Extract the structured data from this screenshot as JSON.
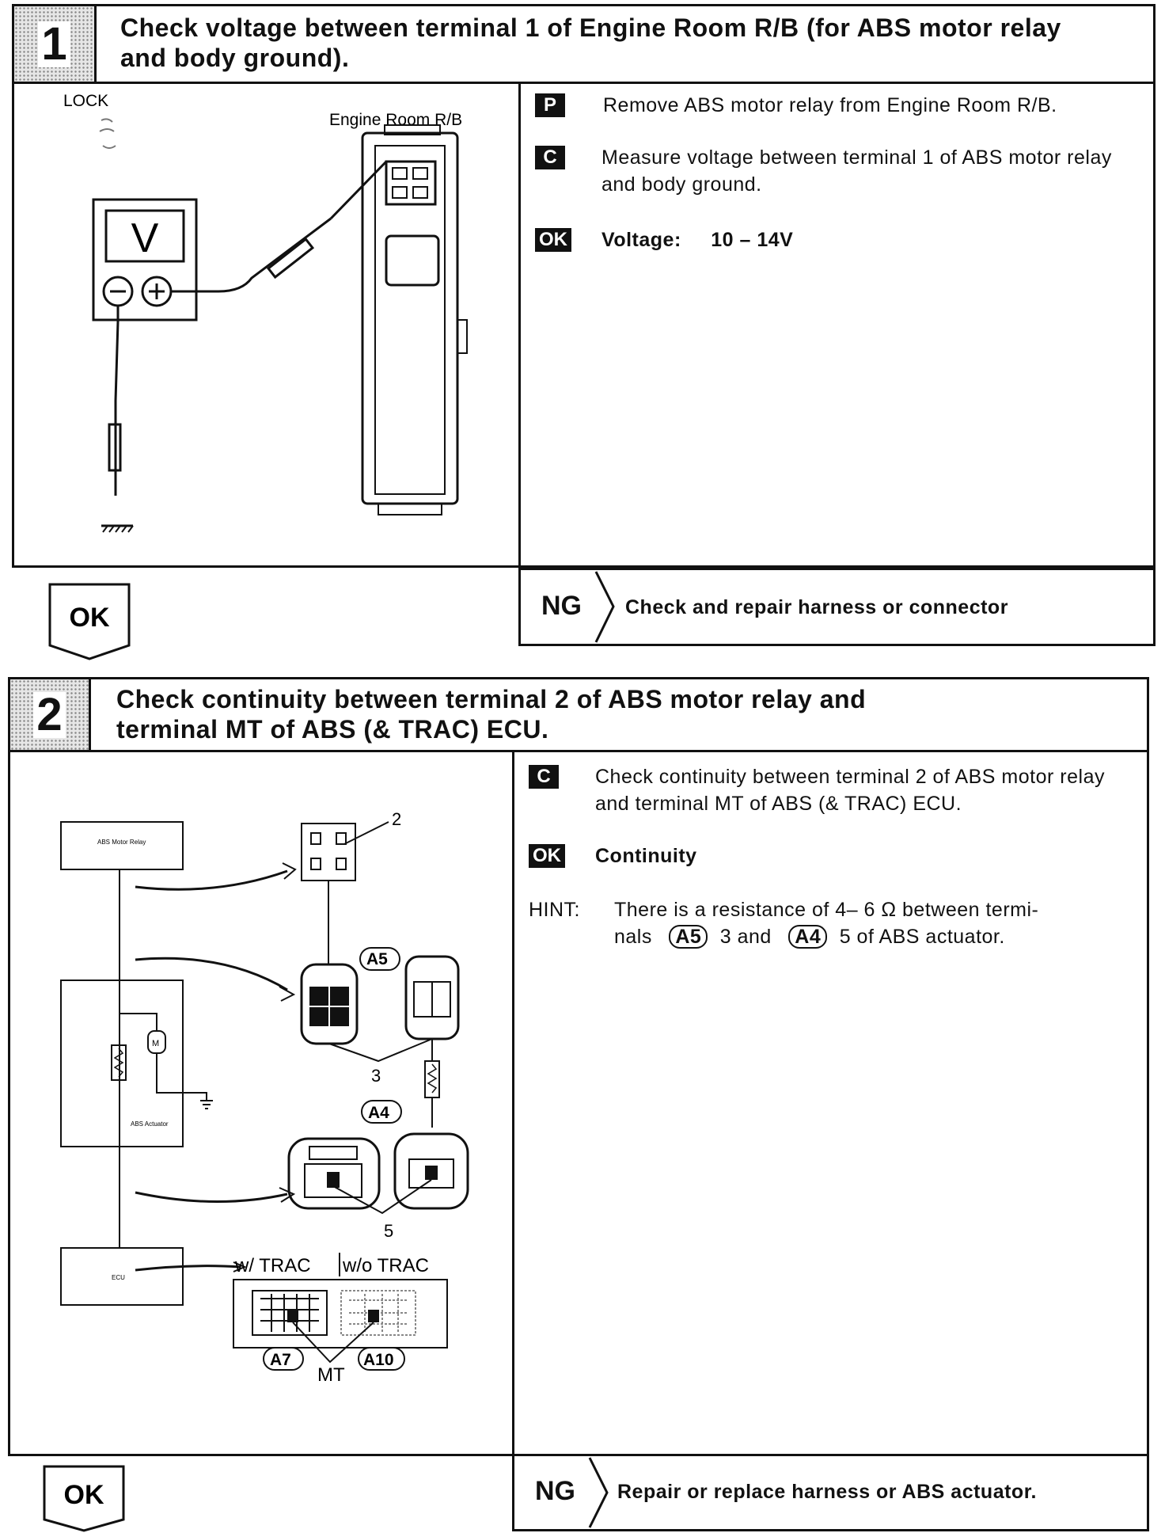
{
  "step1": {
    "number": "1",
    "title_line1": "Check voltage between terminal 1 of Engine Room R/B (for ABS motor relay",
    "title_line2": "and body ground).",
    "figure": {
      "lock_label": "LOCK",
      "rb_label": "Engine Room R/B",
      "meter_symbol": "V"
    },
    "instructions": [
      {
        "badge": "P",
        "text": "Remove ABS motor relay from Engine Room R/B."
      },
      {
        "badge": "C",
        "text": "Measure voltage between terminal 1 of ABS motor relay and body ground."
      },
      {
        "badge": "OK",
        "label": "Voltage:",
        "value": "10 – 14V"
      }
    ],
    "ok_label": "OK",
    "ng_label": "NG",
    "ng_action": "Check and repair harness or connector"
  },
  "step2": {
    "number": "2",
    "title_line1": "Check continuity between terminal 2 of ABS motor relay and",
    "title_line2": "terminal MT of ABS (& TRAC) ECU.",
    "figure": {
      "motor_relay_label": "ABS Motor Relay",
      "actuator_label": "ABS Actuator",
      "ecu_label": "ECU",
      "terminal_2": "2",
      "terminal_3": "3",
      "terminal_5": "5",
      "conn_a5": "A5",
      "conn_a4": "A4",
      "conn_a7": "A7",
      "conn_a10": "A10",
      "mt_label": "MT",
      "w_trac": "w/ TRAC",
      "wo_trac": "w/o TRAC"
    },
    "instructions": [
      {
        "badge": "C",
        "text": "Check continuity between terminal 2 of ABS motor relay and terminal MT of ABS (& TRAC) ECU."
      },
      {
        "badge": "OK",
        "text": "Continuity"
      }
    ],
    "hint": {
      "label": "HINT:",
      "part1": "There is a resistance of  4– 6  Ω between termi-",
      "part2a": "nals",
      "conn1": "A5",
      "part2b": "3 and",
      "conn2": "A4",
      "part2c": "5 of ABS actuator."
    },
    "ok_label": "OK",
    "ng_label": "NG",
    "ng_action": "Repair or replace harness or ABS actuator."
  }
}
